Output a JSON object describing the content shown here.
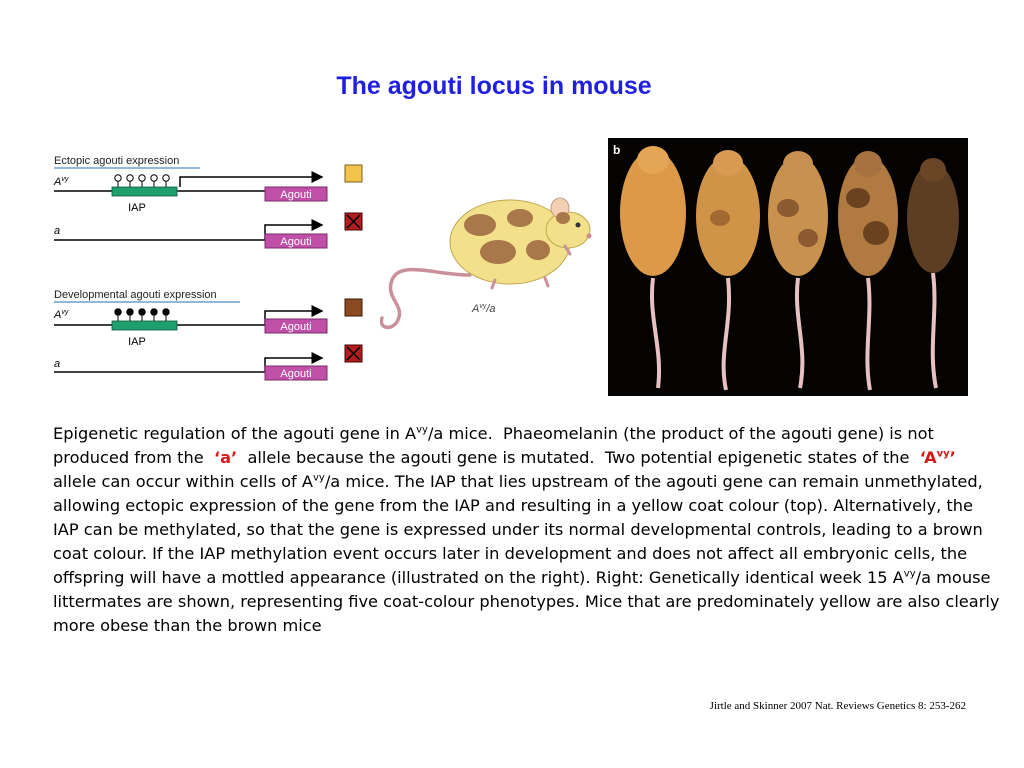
{
  "slide": {
    "title": "The agouti locus in mouse",
    "citation": "Jirtle and Skinner 2007 Nat. Reviews Genetics 8: 253-262"
  },
  "diagram": {
    "ectopic_header": "Ectopic agouti expression",
    "developmental_header": "Developmental agouti expression",
    "allele_avy": "A",
    "allele_avy_sup": "vy",
    "allele_a": "a",
    "iap_label": "IAP",
    "gene_label": "Agouti",
    "colors": {
      "iap_box": "#1f9e6e",
      "gene_box": "#c04fa8",
      "yellow_swatch": "#f3c44a",
      "brown_swatch": "#8a4a22",
      "blocked_swatch": "#b01e1e"
    }
  },
  "illustration": {
    "label": "A",
    "label_sup": "vy",
    "label_suffix": "/a"
  },
  "photo": {
    "panel_label": "b"
  },
  "body": {
    "p1": "Epigenetic regulation of the agouti gene in A",
    "sup1": "vy",
    "p2": "/a mice.  Phaeomelanin (the product of the agouti gene) is not produced from the  ",
    "allele_a": "‘a’",
    "p3": "  allele because the agouti gene is mutated.  Two potential epigenetic states of the  ",
    "allele_avy": "‘A",
    "allele_avy_sup": "vy",
    "allele_avy_close": "’",
    "p4": "  allele can occur within cells of A",
    "sup2": "vy",
    "p5": "/a mice.  The IAP that lies upstream of the agouti gene can remain unmethylated, allowing ectopic expression of the gene from the IAP and resulting in a yellow coat colour (top).  Alternatively, the IAP can be methylated, so that the gene is expressed under its normal developmental controls, leading to a brown coat colour.  If the IAP methylation event occurs later in development and does not affect all embryonic cells, the offspring will have a mottled appearance (illustrated on the right).  Right:  Genetically identical week 15 A",
    "sup3": "vy",
    "p6": "/a mouse littermates are shown, representing five coat-colour phenotypes. Mice that are predominately yellow are also clearly more obese than the brown mice"
  }
}
